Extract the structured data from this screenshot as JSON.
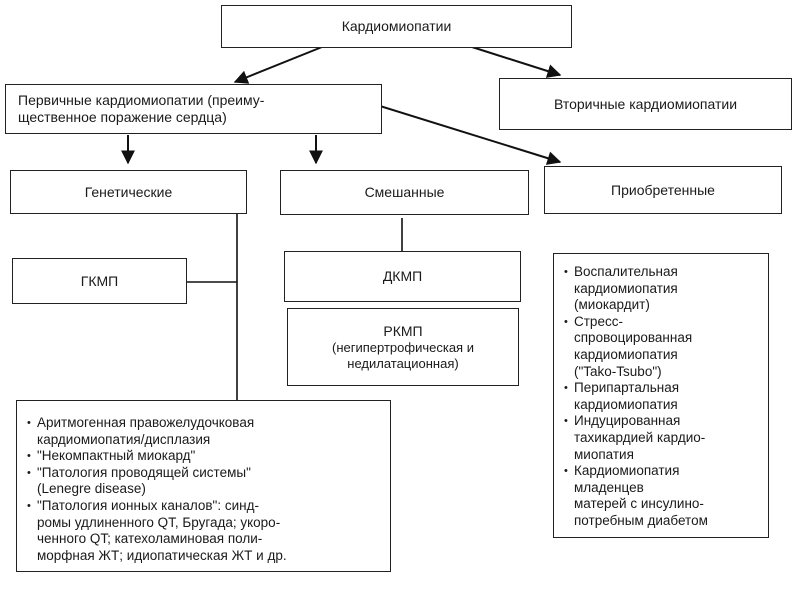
{
  "diagram": {
    "root": "Кардиомиопатии",
    "primary": "Первичные кардиомиопатии (преиму-\nщественное поражение сердца)",
    "secondary": "Вторичные кардиомиопатии",
    "categories": {
      "genetic": "Генетические",
      "mixed": "Смешанные",
      "acquired": "Приобретенные"
    },
    "gkmp": "ГКМП",
    "dkmp": "ДКМП",
    "rkmp": {
      "title": "РКМП",
      "subtitle": "(негипертрофическая и\nнедилатационная)"
    },
    "genetic_list": [
      "Аритмогенная правожелудочковая\nкардиомиопатия/дисплазия",
      "\"Некомпактный миокард\"",
      "\"Патология проводящей системы\"\n(Lenegre disease)",
      "\"Патология ионных каналов\": синд-\nромы удлиненного QT, Бругада; укоро-\nченного QT; катехоламиновая поли-\nморфная ЖТ; идиопатическая ЖТ и др."
    ],
    "acquired_list": [
      "Воспалительная\nкардиомиопатия\n(миокардит)",
      "Стресс-\nспровоцированная\nкардиомиопатия\n(\"Tako-Tsubo\")",
      "Перипартальная\nкардиомиопатия",
      "Индуцированная\nтахикардией кардио-\nмиопатия",
      "Кардиомиопатия\nмладенцев\nматерей с инсулино-\nпотребным диабетом"
    ]
  }
}
